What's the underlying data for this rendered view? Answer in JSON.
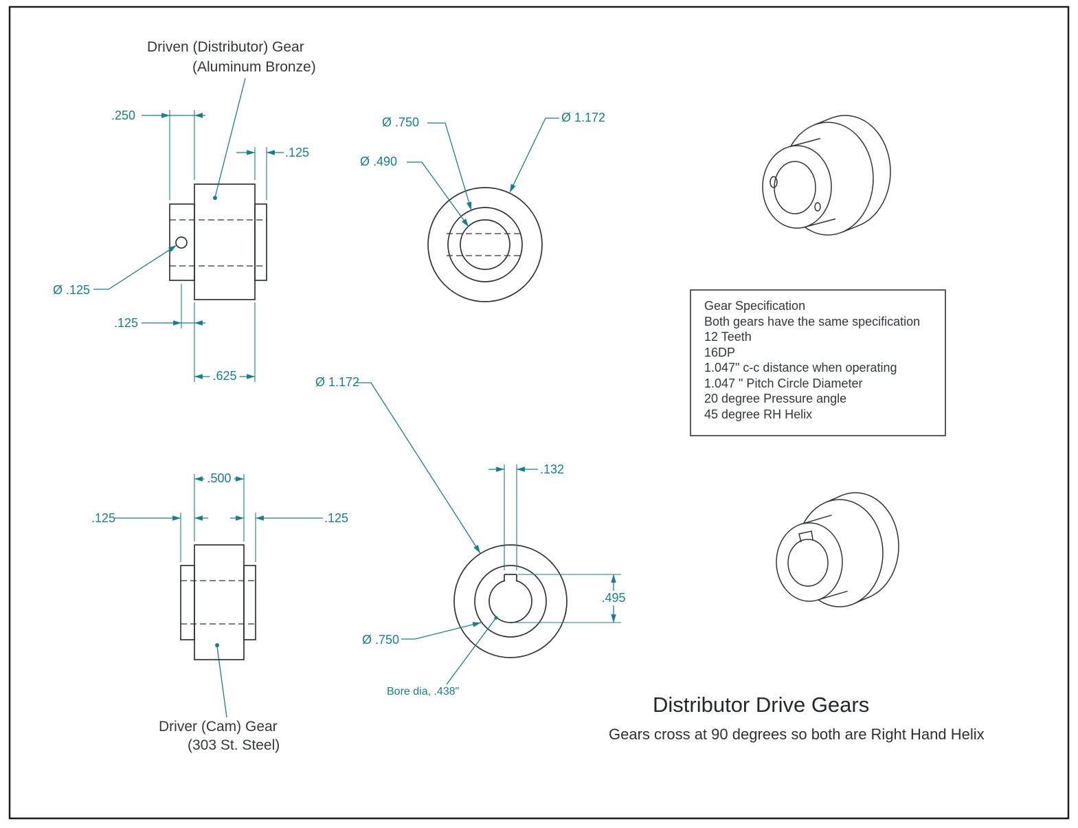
{
  "drawing": {
    "title": "Distributor Drive Gears",
    "subtitle": "Gears cross at 90 degrees so both are Right Hand Helix"
  },
  "colors": {
    "dimension_teal": "#177E8A",
    "drawing_line": "#2E3338"
  },
  "driven_gear": {
    "label_line1": "Driven (Distributor) Gear",
    "label_line2": "(Aluminum Bronze)",
    "side_view": {
      "hub_width": ".250",
      "right_hub_width": ".125",
      "hole_diameter": "Ø .125",
      "hole_offset": ".125",
      "body_width": ".625"
    },
    "front_view": {
      "hub_diameter": "Ø .750",
      "bore_diameter": "Ø .490",
      "outside_diameter": "Ø 1.172"
    }
  },
  "driver_gear": {
    "label_line1": "Driver (Cam) Gear",
    "label_line2": "(303 St. Steel)",
    "side_view": {
      "body_width": ".500",
      "left_hub_width": ".125",
      "right_hub_width": ".125"
    },
    "front_view": {
      "outside_diameter": "Ø 1.172",
      "keyway_width": ".132",
      "keyway_depth": ".495",
      "hub_diameter": "Ø .750",
      "bore_note": "Bore dia, .438\""
    }
  },
  "gear_specification": {
    "lines": [
      "Gear Specification",
      "Both gears have the same specification",
      "12 Teeth",
      "16DP",
      "1.047\" c-c distance  when operating",
      "1.047 \" Pitch Circle Diameter",
      "20 degree Pressure angle",
      "45 degree RH Helix"
    ]
  }
}
